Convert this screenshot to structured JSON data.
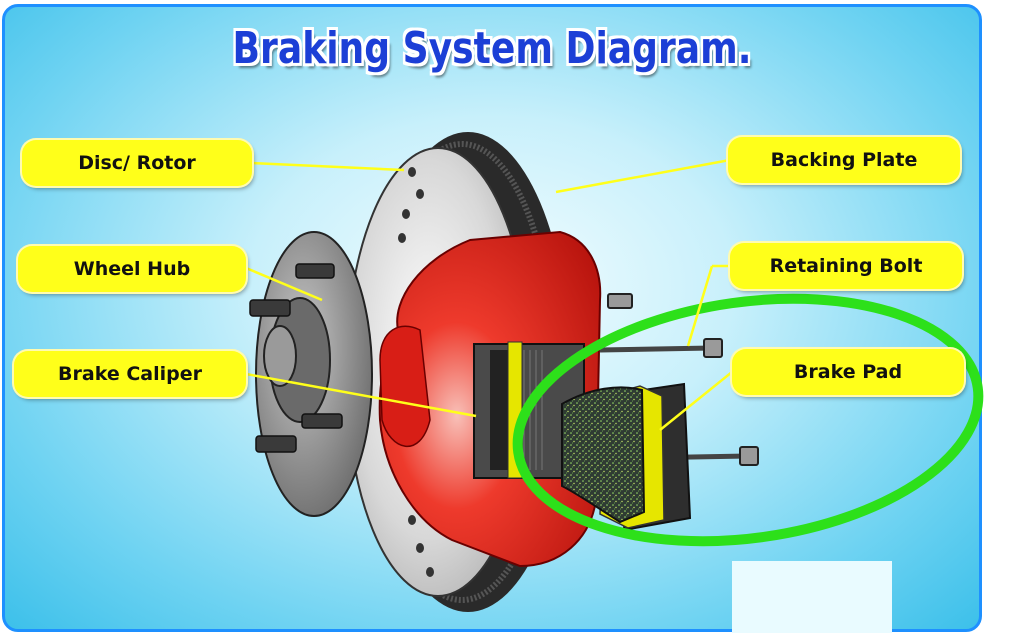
{
  "title": "Braking System Diagram.",
  "labels": {
    "disc_rotor": "Disc/ Rotor",
    "wheel_hub": "Wheel Hub",
    "brake_caliper": "Brake Caliper",
    "backing_plate": "Backing Plate",
    "retaining_bolt": "Retaining Bolt",
    "brake_pad": "Brake Pad"
  },
  "colors": {
    "label_fill": "#ffff1a",
    "title": "#1c3fd6",
    "highlight_ring": "#2de01a",
    "caliper": "#e8201a",
    "panel_border": "#1e90ff"
  }
}
